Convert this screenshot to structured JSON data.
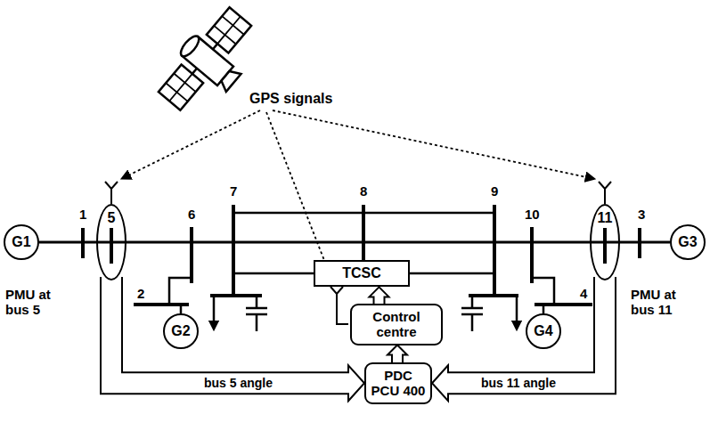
{
  "diagram": {
    "nodes": [
      {
        "text": [
          "G1"
        ]
      },
      {
        "text": [
          "5"
        ]
      },
      {
        "text": [
          "G2"
        ]
      },
      {
        "text": [
          "TCSC"
        ]
      },
      {
        "text": [
          "Control centre"
        ]
      },
      {
        "text": [
          "G4"
        ]
      },
      {
        "text": [
          "11"
        ]
      },
      {
        "text": [
          "G3"
        ]
      },
      {
        "text": [
          "PDC PCU 400"
        ]
      }
    ],
    "edges": [
      {
        "from": 1,
        "to": 8,
        "arrow": "to",
        "label": "bus 5 angle"
      },
      {
        "from": 6,
        "to": 8,
        "arrow": "to",
        "label": "bus 11 angle"
      },
      {
        "from": 8,
        "to": 4,
        "arrow": "to"
      },
      {
        "from": 4,
        "to": 3,
        "arrow": "to"
      }
    ],
    "labels": [
      "GPS signals",
      "1",
      "6",
      "7",
      "8",
      "9",
      "10",
      "3",
      "2",
      "4",
      "PMU at bus 5",
      "PMU at bus 11"
    ]
  }
}
